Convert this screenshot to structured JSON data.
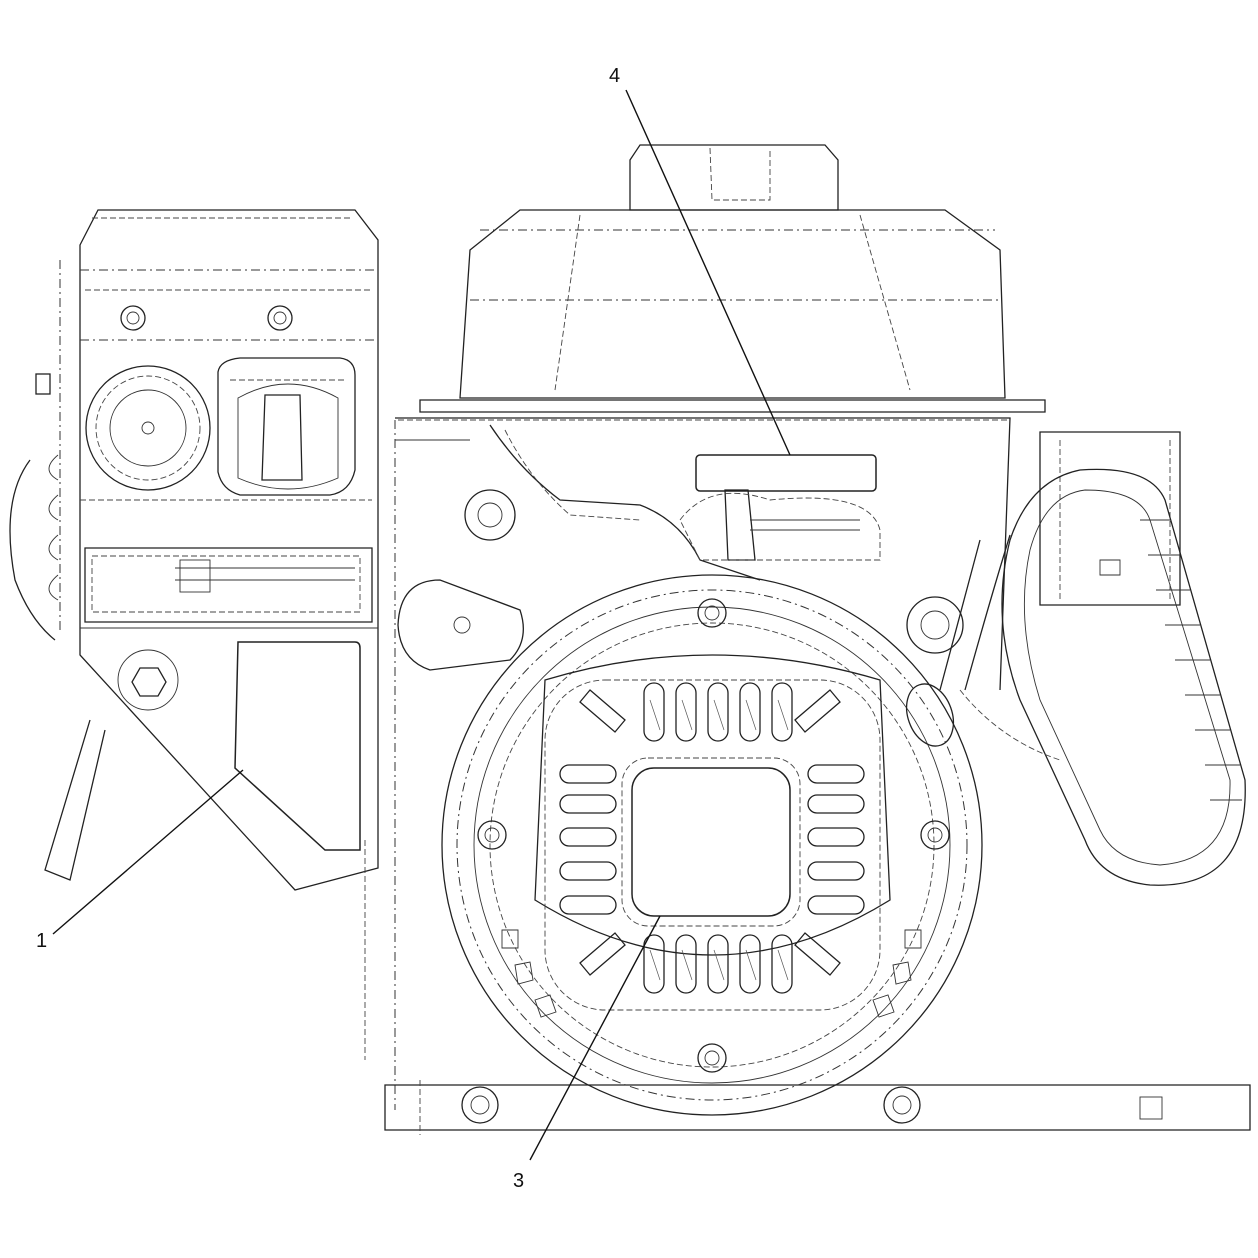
{
  "callouts": [
    {
      "id": "1",
      "label": "1",
      "target": "decal-on-control-panel"
    },
    {
      "id": "3",
      "label": "3",
      "target": "decal-on-recoil-cover"
    },
    {
      "id": "4",
      "label": "4",
      "target": "decal-on-fan-housing"
    }
  ]
}
